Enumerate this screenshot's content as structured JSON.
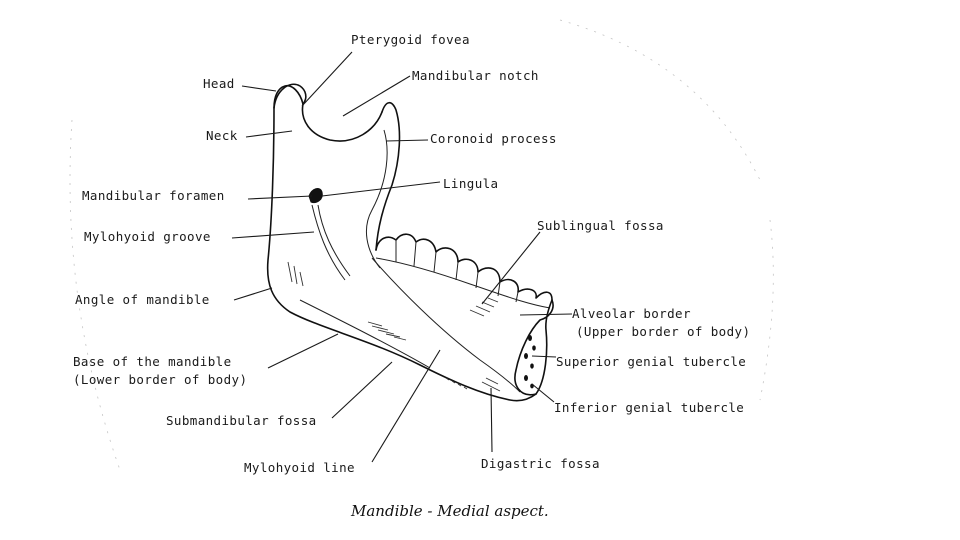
{
  "labels": {
    "pterygoid_fovea": "Pterygoid fovea",
    "mandibular_notch": "Mandibular notch",
    "head": "Head",
    "neck": "Neck",
    "coronoid_process": "Coronoid process",
    "mandibular_foramen": "Mandibular foramen",
    "lingula": "Lingula",
    "mylohyoid_groove": "Mylohyoid groove",
    "sublingual_fossa": "Sublingual fossa",
    "angle_of_mandible": "Angle of mandible",
    "alveolar_border": "Alveolar border",
    "alveolar_border_note": "(Upper border of body)",
    "base_of_mandible": "Base of the mandible",
    "base_of_mandible_note": "(Lower border of body)",
    "superior_genial_tubercle": "Superior genial tubercle",
    "inferior_genial_tubercle": "Inferior genial tubercle",
    "submandibular_fossa": "Submandibular fossa",
    "mylohyoid_line": "Mylohyoid line",
    "digastric_fossa": "Digastric fossa"
  },
  "caption": "Mandible - Medial aspect."
}
